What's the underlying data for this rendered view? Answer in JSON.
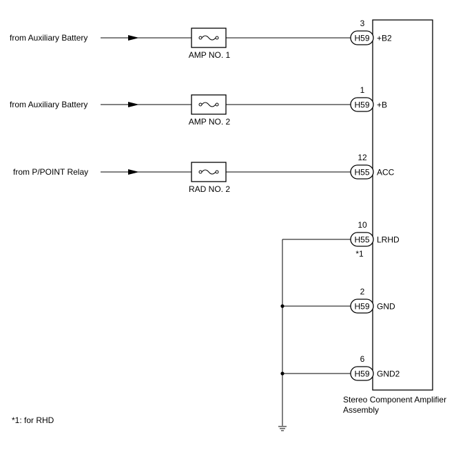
{
  "inputs": [
    {
      "source": "from Auxiliary Battery",
      "fuse": "AMP NO. 1",
      "pin": "3",
      "connector": "H59",
      "terminal": "+B2"
    },
    {
      "source": "from Auxiliary Battery",
      "fuse": "AMP NO. 2",
      "pin": "1",
      "connector": "H59",
      "terminal": "+B"
    },
    {
      "source": "from P/POINT Relay",
      "fuse": "RAD NO. 2",
      "pin": "12",
      "connector": "H55",
      "terminal": "ACC"
    }
  ],
  "grounds": [
    {
      "pin": "10",
      "connector": "H55",
      "terminal": "LRHD",
      "note": "*1"
    },
    {
      "pin": "2",
      "connector": "H59",
      "terminal": "GND"
    },
    {
      "pin": "6",
      "connector": "H59",
      "terminal": "GND2"
    }
  ],
  "component": {
    "line1": "Stereo Component Amplifier",
    "line2": "Assembly"
  },
  "footnote": "*1: for RHD",
  "icons": {
    "fuse": "fuse-icon",
    "ground": "ground-icon",
    "arrow": "arrow-icon"
  }
}
